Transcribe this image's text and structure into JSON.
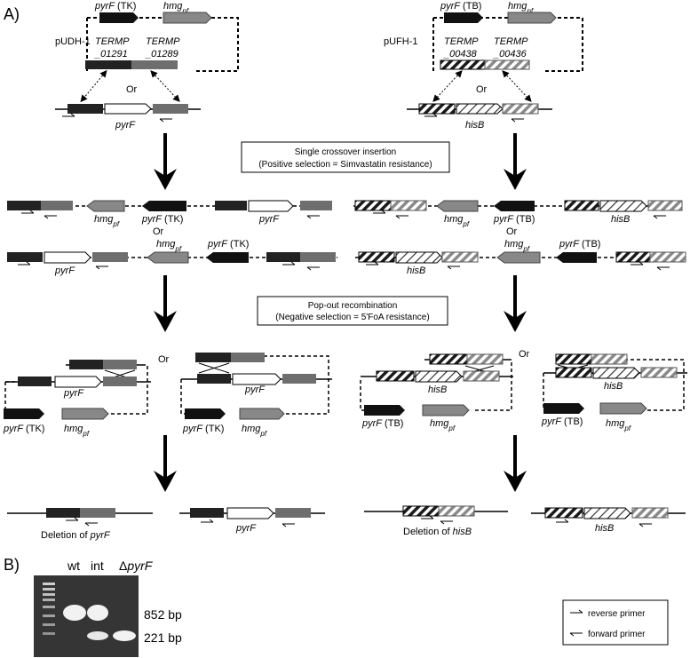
{
  "panels": {
    "a": "A)",
    "b": "B)"
  },
  "colors": {
    "tk_gene": "#111111",
    "hmg": "#808080",
    "term_dark": "#222222",
    "term_grey": "#6e6e6e",
    "hatch_grey": "#8a8a8a",
    "gel_bg": "#353535",
    "band": "#f0f0f0"
  },
  "top": {
    "left": {
      "plasmid": "pUDH-1",
      "gene1_italic": "pyrF",
      "gene1_tag": " (TK)",
      "hmg": "hmg",
      "hmg_sub": "pf",
      "term1": "TERMP",
      "term1_id": "_01291",
      "term2": "TERMP",
      "term2_id": "_01289",
      "or": "Or",
      "marker": "pyrF"
    },
    "right": {
      "plasmid": "pUFH-1",
      "gene1_italic": "pyrF",
      "gene1_tag": " (TB)",
      "hmg": "hmg",
      "hmg_sub": "pf",
      "term1": "TERMP",
      "term1_id": "_00438",
      "term2": "TERMP",
      "term2_id": "_00436",
      "or": "Or",
      "marker": "hisB"
    }
  },
  "box1": {
    "line1": "Single crossover insertion",
    "line2": "(Positive selection = Simvastatin resistance)"
  },
  "box2": {
    "line1": "Pop-out recombination",
    "line2": "(Negative selection = 5'FoA resistance)"
  },
  "integration": {
    "or": "Or",
    "tk_tag": " (TK)",
    "tb_tag": " (TB)",
    "pyrF": "pyrF",
    "hisB": "hisB",
    "hmg": "hmg",
    "hmg_sub": "pf"
  },
  "popout": {
    "or": "Or"
  },
  "final": {
    "left_caption_prefix": "Deletion of ",
    "left_caption_gene": "pyrF",
    "right_caption_prefix": "Deletion of ",
    "right_caption_gene": "hisB",
    "pyrF": "pyrF",
    "hisB": "hisB"
  },
  "gel": {
    "lanes": [
      "wt",
      "int",
      "ΔpyrF"
    ],
    "lane_delta": "Δ",
    "lane_delta_gene": "pyrF",
    "sizes": [
      "852 bp",
      "221 bp"
    ]
  },
  "legend": {
    "reverse": "reverse primer",
    "forward": "forward primer"
  }
}
